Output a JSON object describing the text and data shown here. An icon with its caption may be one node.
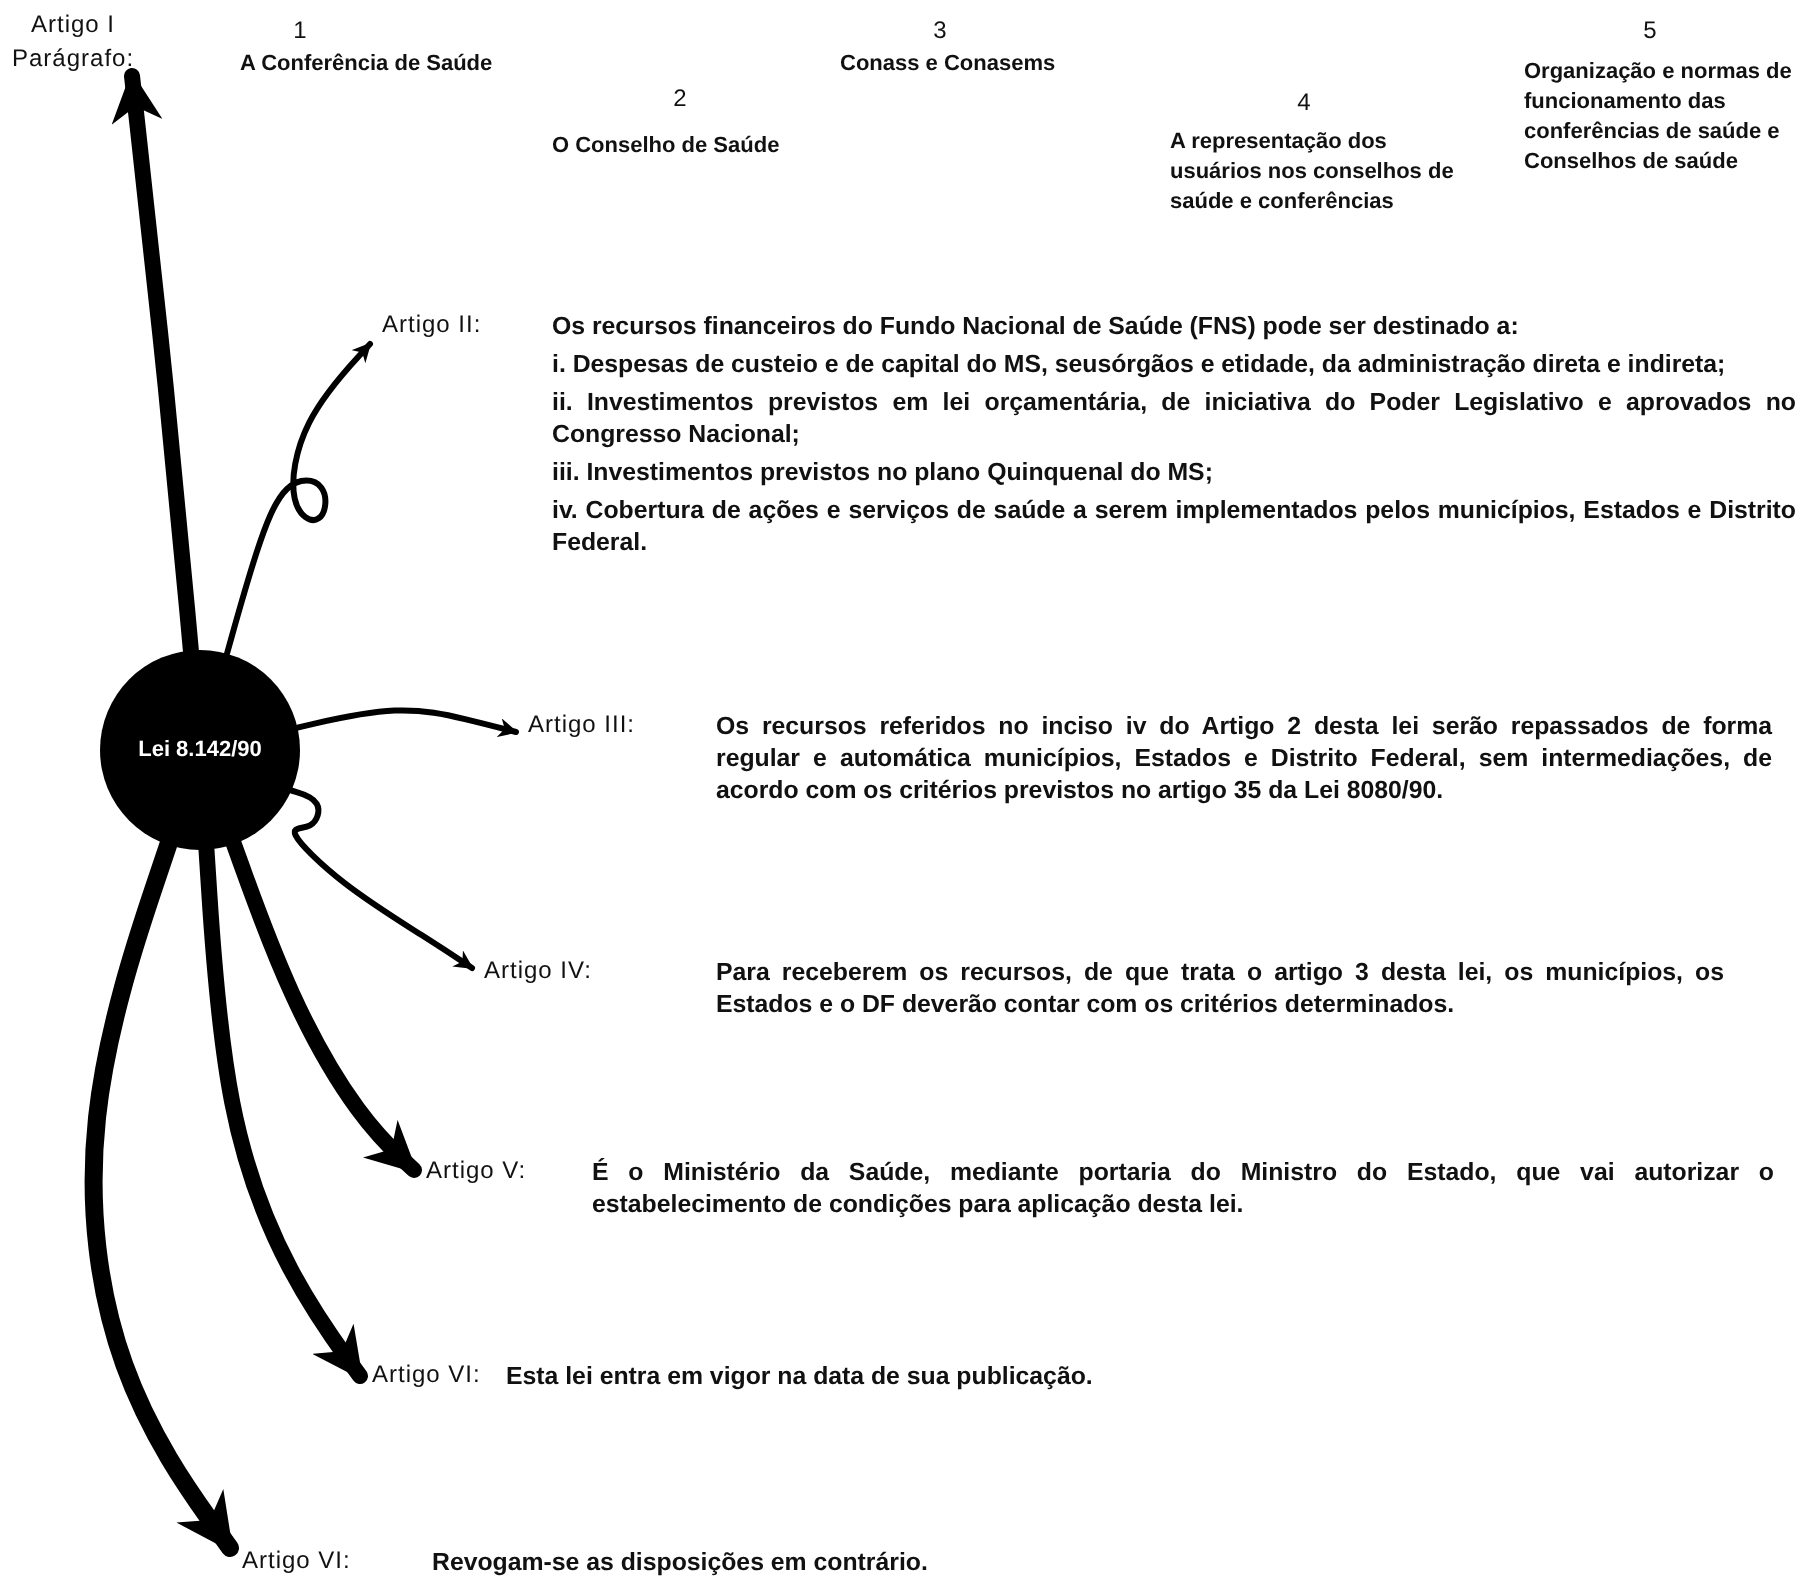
{
  "diagram": {
    "nodes": [
      {
        "text": [
          "Lei 8.142/90"
        ]
      },
      {
        "text": [
          "Artigo I Parágrafo:"
        ]
      },
      {
        "text": [
          "Artigo II:",
          "Os recursos financeiros do Fundo Nacional de Saúde (FNS) pode ser destinado a:",
          "i. Despesas de custeio e de capital do MS, seusórgãos e etidade, da administração direta e indireta;",
          "ii. Investimentos previstos em lei orçamentária, de iniciativa do Poder Legislativo e aprovados no Congresso Nacional;",
          "iii. Investimentos previstos no plano Quinquenal do MS;",
          "iv. Cobertura de ações e serviços de saúde a serem implementados pelos municípios, Estados e Distrito Federal."
        ]
      },
      {
        "text": [
          "Artigo III:",
          "Os recursos referidos no inciso iv do Artigo 2 desta lei serão repassados de forma regular e automática municípios, Estados e Distrito Federal, sem intermediações, de acordo com os critérios previstos no artigo 35 da Lei 8080/90."
        ]
      },
      {
        "text": [
          "Artigo IV:",
          "Para receberem os recursos, de que trata o artigo 3 desta lei, os municípios, os Estados e o DF deverão contar com os critérios determinados."
        ]
      },
      {
        "text": [
          "Artigo V:",
          "É o Ministério da Saúde, mediante portaria do Ministro do Estado, que vai autorizar o estabelecimento de condições para aplicação desta lei."
        ]
      },
      {
        "text": [
          "Artigo VI:",
          "Esta lei entra em vigor na data de sua publicação."
        ]
      },
      {
        "text": [
          "Artigo VI:",
          "Revogam-se as disposições em contrário."
        ]
      }
    ],
    "edges": [
      {
        "from": 0,
        "to": 1,
        "arrow": "to"
      },
      {
        "from": 0,
        "to": 2,
        "arrow": "to"
      },
      {
        "from": 0,
        "to": 3,
        "arrow": "to"
      },
      {
        "from": 0,
        "to": 4,
        "arrow": "to"
      },
      {
        "from": 0,
        "to": 5,
        "arrow": "to"
      },
      {
        "from": 0,
        "to": 6,
        "arrow": "to"
      },
      {
        "from": 0,
        "to": 7,
        "arrow": "to"
      }
    ],
    "labels": [
      "1",
      "A Conferência de Saúde",
      "3",
      "Conass e Conasems",
      "5",
      "Organização e normas de funcionamento das conferências de saúde e Conselhos de saúde",
      "2",
      "O Conselho de Saúde",
      "4",
      "A representação dos usuários nos conselhos de saúde e conferências"
    ]
  }
}
